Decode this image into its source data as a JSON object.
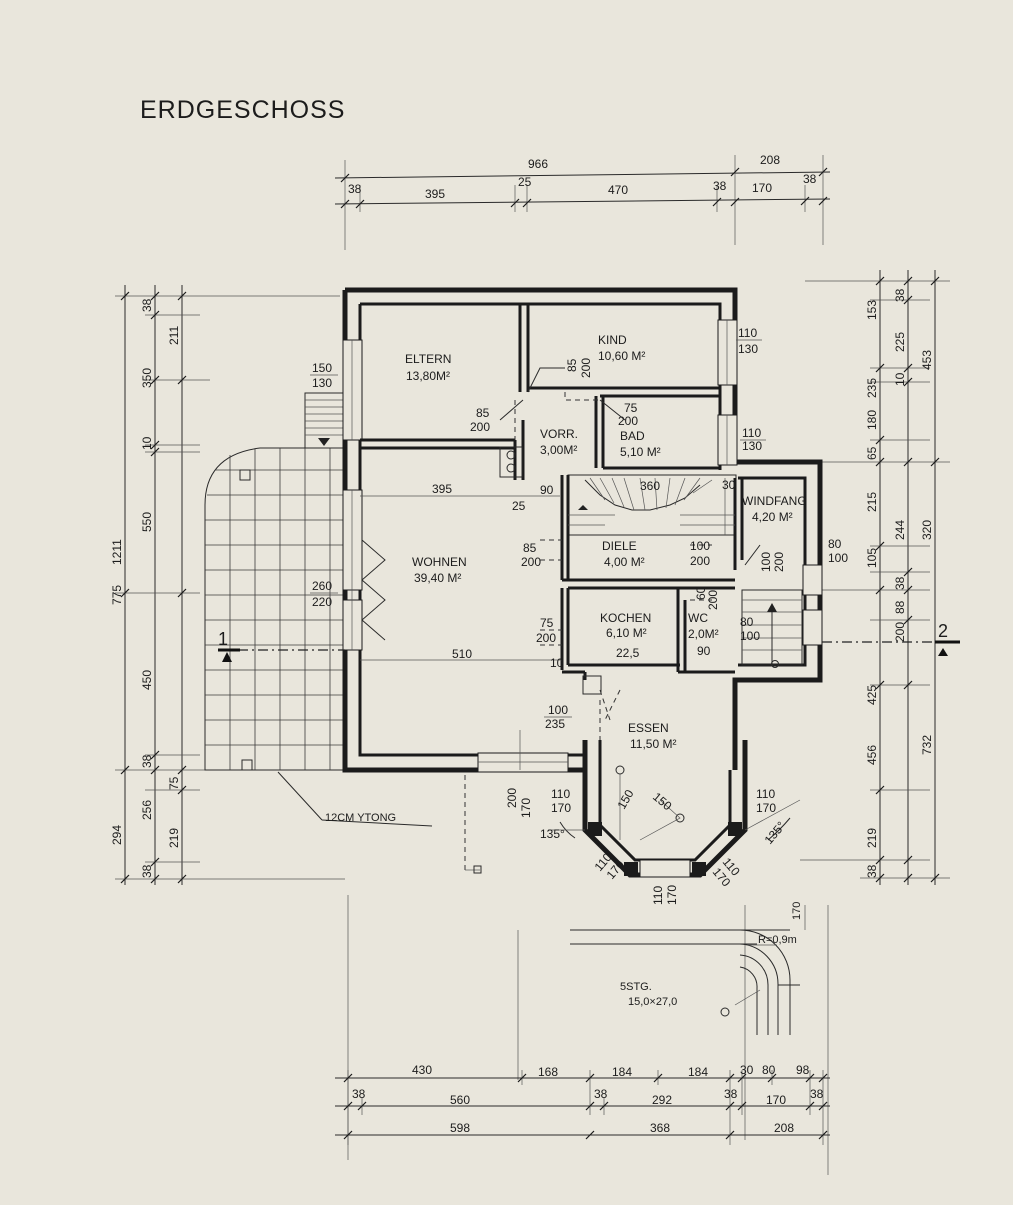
{
  "title": "ERDGESCHOSS",
  "dims_top": {
    "overall_main": "966",
    "overall_right": "208",
    "segments": [
      "38",
      "395",
      "25",
      "470",
      "38",
      "170",
      "38"
    ]
  },
  "dims_bottom": {
    "row1": [
      "430",
      "168",
      "184",
      "184",
      "30",
      "80",
      "98"
    ],
    "row2": [
      "38",
      "560",
      "38",
      "292",
      "38",
      "170",
      "38"
    ],
    "row3": [
      "598",
      "368",
      "208"
    ]
  },
  "dims_left": {
    "overall": "1211",
    "outer": [
      "775",
      "294"
    ],
    "mid": [
      "38",
      "350",
      "10",
      "550",
      "450",
      "38",
      "256",
      "38"
    ],
    "inner": [
      "211",
      "75",
      "219"
    ]
  },
  "dims_right": {
    "a": [
      "153",
      "235",
      "180",
      "65",
      "215",
      "105",
      "425",
      "456",
      "219",
      "38"
    ],
    "b": [
      "38",
      "225",
      "10",
      "244",
      "38",
      "88",
      "200"
    ],
    "c": [
      "453",
      "320",
      "732"
    ]
  },
  "rooms": [
    {
      "name": "ELTERN",
      "area": "13,80M²"
    },
    {
      "name": "KIND",
      "area": "10,60 M²"
    },
    {
      "name": "VORR.",
      "area": "3,00M²"
    },
    {
      "name": "BAD",
      "area": "5,10 M²"
    },
    {
      "name": "WINDFANG",
      "area": "4,20 M²"
    },
    {
      "name": "DIELE",
      "area": "4,00 M²"
    },
    {
      "name": "WOHNEN",
      "area": "39,40 M²"
    },
    {
      "name": "KOCHEN",
      "area": "6,10 M²"
    },
    {
      "name": "WC",
      "area": "2,0M²"
    },
    {
      "name": "ESSEN",
      "area": "11,50 M²"
    }
  ],
  "openings": {
    "eltern_win": [
      "150",
      "130"
    ],
    "kind_win": [
      "110",
      "130"
    ],
    "bad_win": [
      "110",
      "130"
    ],
    "vorr_door": [
      "85",
      "200"
    ],
    "bad_door": [
      "75",
      "200"
    ],
    "kind_door": [
      "85",
      "200"
    ],
    "wohnen_win": [
      "260",
      "220"
    ],
    "diele_door": [
      "85",
      "200"
    ],
    "diele_door2": [
      "100",
      "200"
    ],
    "windfang_door": [
      "100",
      "200"
    ],
    "windfang_win": [
      "80",
      "100"
    ],
    "kochen_door": [
      "75",
      "200"
    ],
    "wc_door": [
      "60",
      "200"
    ],
    "wc_win": [
      "80",
      "100"
    ],
    "essen_door": [
      "100",
      "235"
    ],
    "bay_left": [
      "110",
      "170"
    ],
    "bay_right": [
      "110",
      "170"
    ],
    "bay_front": [
      "110",
      "170"
    ],
    "bay_diag_l": [
      "110",
      "170"
    ],
    "bay_diag_r": [
      "110",
      "170"
    ],
    "terrace_door": [
      "200",
      "170"
    ]
  },
  "labels": {
    "wohnen_395": "395",
    "wohnen_510": "510",
    "stair_360": "360",
    "val_90": "90",
    "val_25": "25",
    "val_30": "30",
    "val_10": "10",
    "val_225": "22,5",
    "val_90b": "90",
    "val_150a": "150",
    "val_150b": "150",
    "angle_l": "135°",
    "angle_r": "135°",
    "ytong": "12CM YTONG",
    "section_1": "1",
    "section_2": "2",
    "stairs": "5STG.",
    "stairs_dim": "15,0×27,0",
    "radius": "R=0,9m",
    "stair_170": "170"
  }
}
